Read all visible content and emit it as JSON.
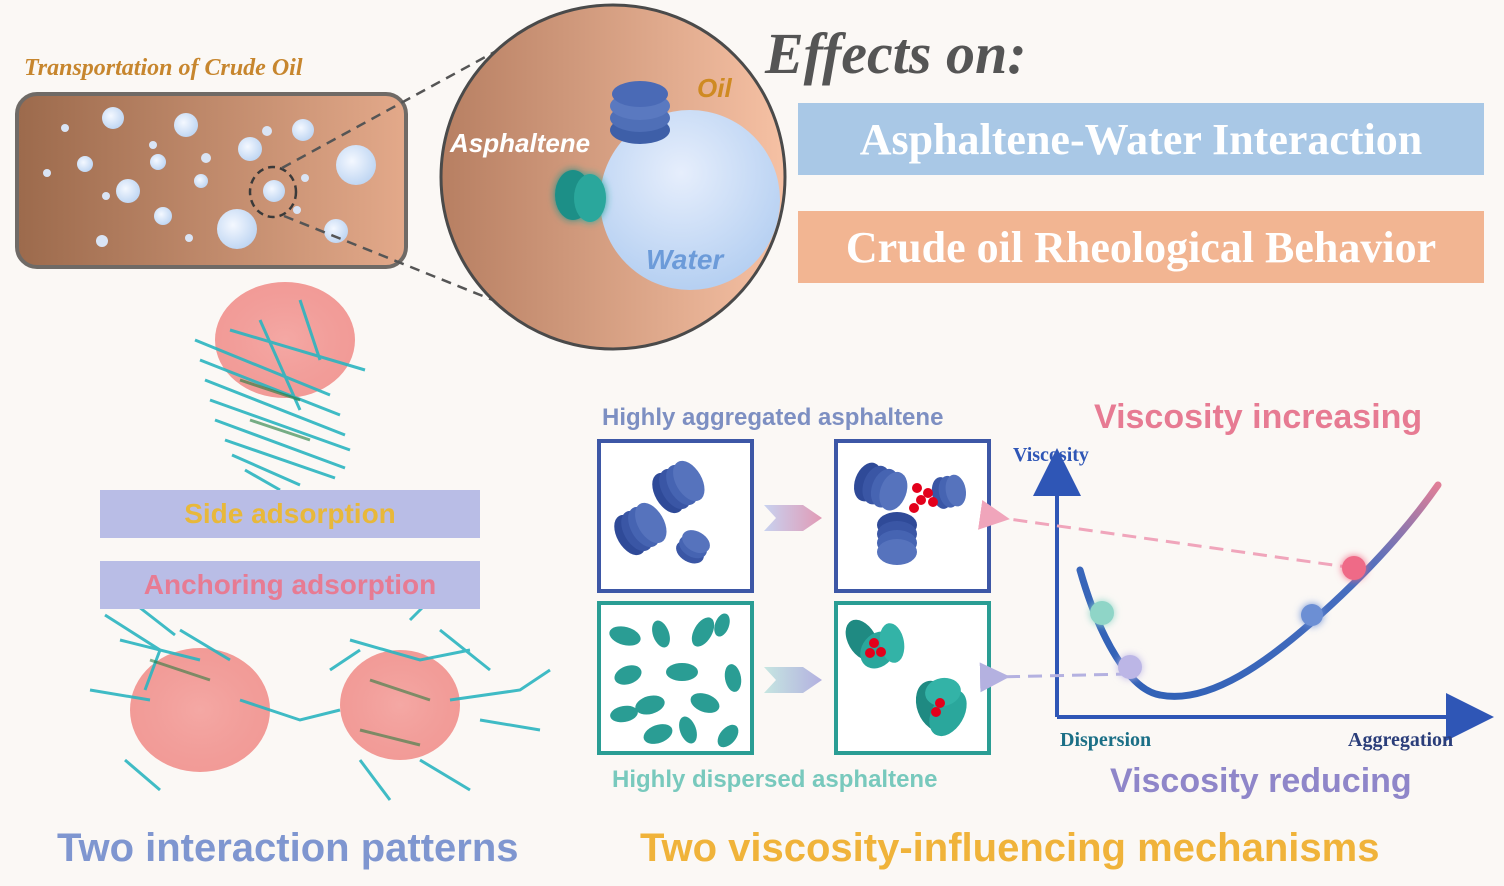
{
  "pipeline": {
    "title": "Transportation of Crude Oil"
  },
  "zoom": {
    "oil_label": "Oil",
    "asphaltene_label": "Asphaltene",
    "water_label": "Water"
  },
  "effects": {
    "heading": "Effects on:",
    "items": [
      {
        "label": "Asphaltene-Water Interaction",
        "color": "#a9c8e6"
      },
      {
        "label": "Crude oil Rheological Behavior",
        "color": "#f2b592"
      }
    ]
  },
  "patterns": {
    "side_label": "Side adsorption",
    "anchoring_label": "Anchoring adsorption",
    "footer": "Two interaction patterns"
  },
  "mechanisms": {
    "aggregated_label": "Highly aggregated asphaltene",
    "dispersed_label": "Highly dispersed asphaltene",
    "footer": "Two viscosity-influencing mechanisms"
  },
  "viscosity_plot": {
    "title_increase": "Viscosity increasing",
    "title_reduce": "Viscosity reducing",
    "y_axis": "Viscosity",
    "x_left": "Dispersion",
    "x_right": "Aggregation"
  },
  "colors": {
    "aggregated": "#3f5aa6",
    "dispersed": "#2a9d94",
    "increase": "#e77b93",
    "reduce": "#8f86c9",
    "gold": "#e8b83a",
    "axis": "#2f56b6"
  }
}
